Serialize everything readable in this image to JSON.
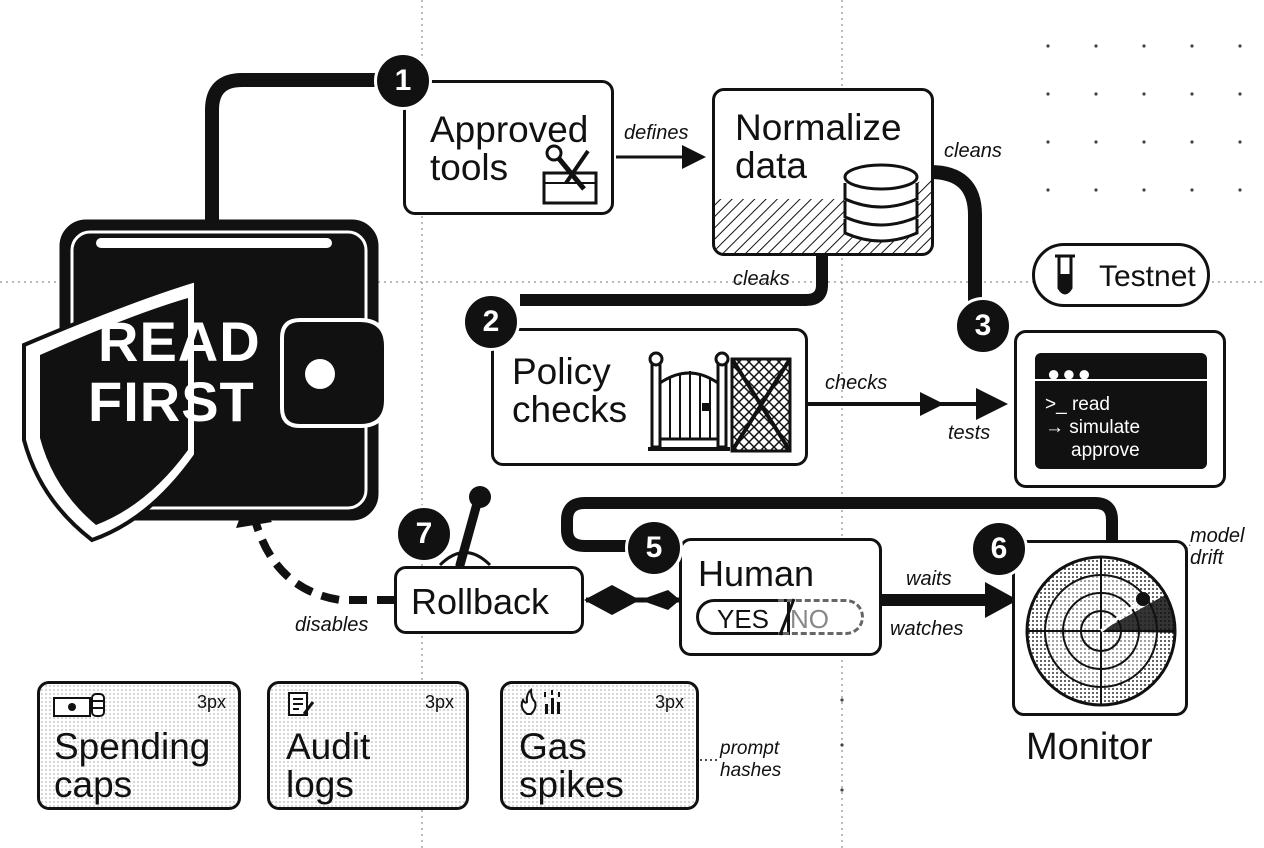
{
  "wallet": {
    "title_line1": "READ",
    "title_line2": "FIRST"
  },
  "steps": {
    "s1": {
      "num": "1",
      "line1": "Approved",
      "line2": "tools"
    },
    "s_norm": {
      "line1": "Normalize",
      "line2": "data"
    },
    "s2": {
      "num": "2",
      "line1": "Policy",
      "line2": "checks"
    },
    "s3": {
      "num": "3",
      "tag": "Testnet",
      "term1": ">_ read",
      "term2": "→ simulate",
      "term3": "approve"
    },
    "s5": {
      "num": "5",
      "title": "Human",
      "yes": "YES",
      "no": "NO"
    },
    "s6": {
      "num": "6",
      "caption": "Monitor"
    },
    "s7": {
      "num": "7",
      "label": "Rollback"
    }
  },
  "edges": {
    "defines": "defines",
    "cleans": "cleans",
    "cleaks": "cleaks",
    "checks": "checks",
    "tests": "tests",
    "waits": "waits",
    "watches": "watches",
    "disables": "disables",
    "model_drift": "model drift",
    "prompt_hashes": "prompt hashes"
  },
  "cards": [
    {
      "size": "3px",
      "line1": "Spending",
      "line2": "caps",
      "icon": "cash-coins-icon"
    },
    {
      "size": "3px",
      "line1": "Audit",
      "line2": "logs",
      "icon": "document-pen-icon"
    },
    {
      "size": "3px",
      "line1": "Gas",
      "line2": "spikes",
      "icon": "flame-bars-icon"
    }
  ]
}
